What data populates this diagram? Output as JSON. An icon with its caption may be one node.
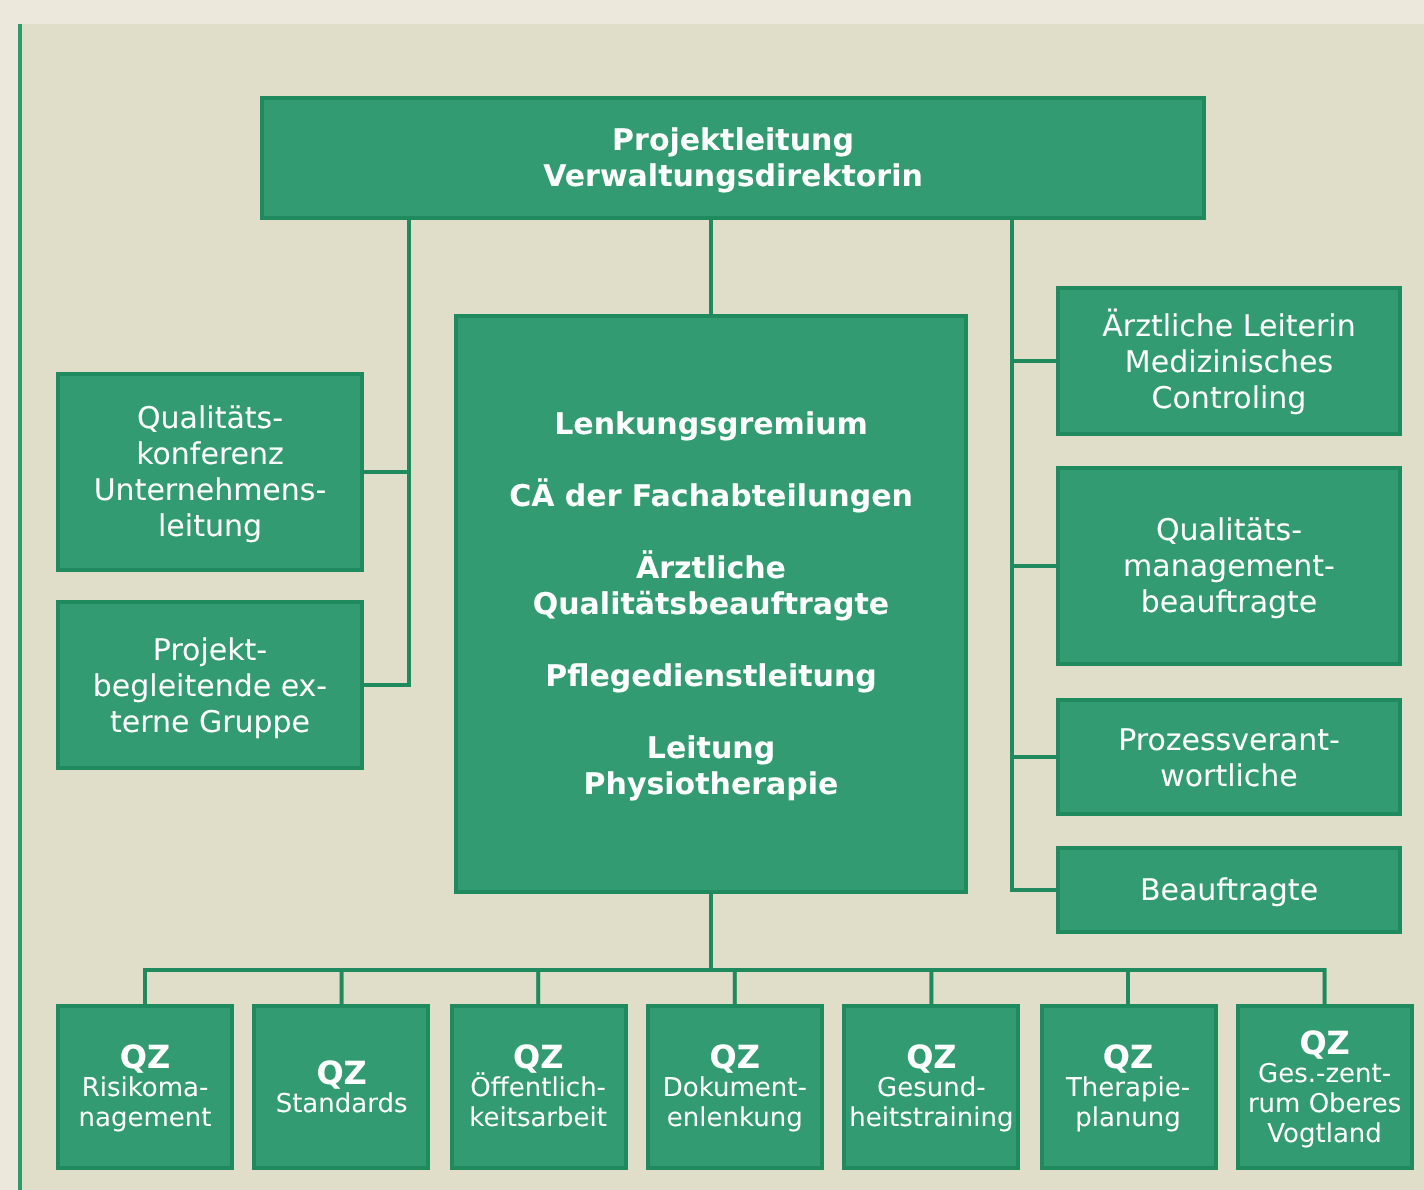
{
  "diagram": {
    "nodes": [
      {
        "text": [
          "Projektleitung",
          "Verwaltungsdirektorin"
        ]
      },
      {
        "text": [
          "Lenkungsgremium",
          "CÄ der Fachabteilungen",
          "Ärztliche Qualitätsbeauftragte",
          "Pflegedienstleitung",
          "Leitung Physiotherapie"
        ]
      },
      {
        "text": [
          "Qualitäts- konferenz Unternehmens- leitung"
        ]
      },
      {
        "text": [
          "Projekt- begleitende ex- terne Gruppe"
        ]
      },
      {
        "text": [
          "Ärztliche Leiterin Medizinisches Controling"
        ]
      },
      {
        "text": [
          "Qualitäts- management- beauftragte"
        ]
      },
      {
        "text": [
          "Prozessverant- wortliche"
        ]
      },
      {
        "text": [
          "Beauftragte"
        ]
      },
      {
        "text": [
          "QZ",
          "Risikoma- nagement"
        ]
      },
      {
        "text": [
          "QZ",
          "Standards"
        ]
      },
      {
        "text": [
          "QZ",
          "Öffentlich- keitsarbeit"
        ]
      },
      {
        "text": [
          "QZ",
          "Dokument- enlenkung"
        ]
      },
      {
        "text": [
          "QZ",
          "Gesund- heitstraining"
        ]
      },
      {
        "text": [
          "QZ",
          "Therapie- planung"
        ]
      },
      {
        "text": [
          "QZ",
          "Ges.-zent- rum Oberes Vogtland"
        ]
      }
    ],
    "edges": [
      {
        "from": 0,
        "to": 1,
        "arrow": "none"
      },
      {
        "from": 0,
        "to": 2,
        "arrow": "none"
      },
      {
        "from": 0,
        "to": 3,
        "arrow": "none"
      },
      {
        "from": 0,
        "to": 4,
        "arrow": "none"
      },
      {
        "from": 0,
        "to": 5,
        "arrow": "none"
      },
      {
        "from": 0,
        "to": 6,
        "arrow": "none"
      },
      {
        "from": 0,
        "to": 7,
        "arrow": "none"
      },
      {
        "from": 1,
        "to": 8,
        "arrow": "none"
      },
      {
        "from": 1,
        "to": 9,
        "arrow": "none"
      },
      {
        "from": 1,
        "to": 10,
        "arrow": "none"
      },
      {
        "from": 1,
        "to": 11,
        "arrow": "none"
      },
      {
        "from": 1,
        "to": 12,
        "arrow": "none"
      },
      {
        "from": 1,
        "to": 13,
        "arrow": "none"
      },
      {
        "from": 1,
        "to": 14,
        "arrow": "none"
      }
    ]
  }
}
